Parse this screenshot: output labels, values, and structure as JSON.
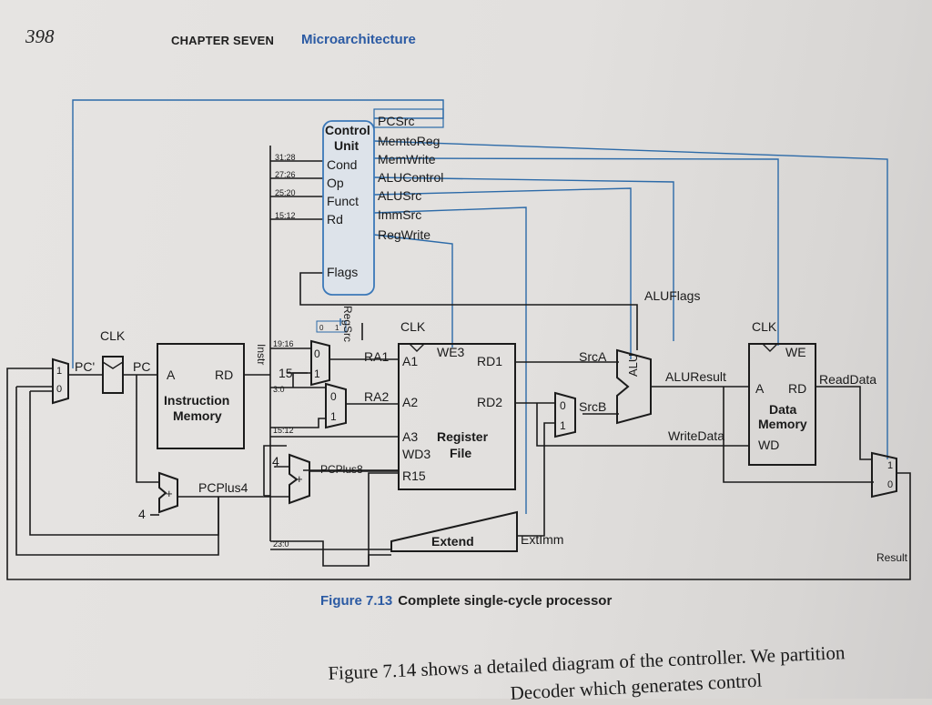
{
  "header": {
    "page_number": "398",
    "chapter": "CHAPTER SEVEN",
    "section": "Microarchitecture"
  },
  "caption": {
    "number": "Figure 7.13",
    "text": "Complete single-cycle processor"
  },
  "body_text": {
    "line1": "Figure 7.14 shows a detailed diagram of the controller. We partition",
    "line2": "Decoder which generates control"
  },
  "diagram": {
    "control_unit": {
      "title1": "Control",
      "title2": "Unit",
      "inputs": [
        "Cond",
        "Op",
        "Funct",
        "Rd"
      ],
      "flags": "Flags",
      "outputs": [
        "PCSrc",
        "MemtoReg",
        "MemWrite",
        "ALUControl",
        "ALUSrc",
        "ImmSrc",
        "RegWrite"
      ]
    },
    "bit_fields": [
      "31:28",
      "27:26",
      "25:20",
      "15:12",
      "19:16",
      "3:0",
      "15:12",
      "23:0"
    ],
    "instr_mem": {
      "a": "A",
      "rd": "RD",
      "name1": "Instruction",
      "name2": "Memory"
    },
    "reg_file": {
      "ports": [
        "A1",
        "A2",
        "A3",
        "WD3",
        "R15",
        "WE3",
        "RD1",
        "RD2"
      ],
      "name1": "Register",
      "name2": "File"
    },
    "data_mem": {
      "ports": [
        "A",
        "RD",
        "WD",
        "WE"
      ],
      "name1": "Data",
      "name2": "Memory"
    },
    "signals": {
      "clk": "CLK",
      "pc_prime": "PC'",
      "pc": "PC",
      "instr": "Instr",
      "regsrc": "RegSrc",
      "ra1": "RA1",
      "ra2": "RA2",
      "fifteen": "15",
      "four": "4",
      "pcplus4": "PCPlus4",
      "pcplus8": "PCPlus8",
      "srca": "SrcA",
      "srcb": "SrcB",
      "alu": "ALU",
      "aluresult": "ALUResult",
      "aluflags": "ALUFlags",
      "writedata": "WriteData",
      "readdata": "ReadData",
      "result": "Result",
      "extend": "Extend",
      "extimm": "ExtImm",
      "plus": "+",
      "zero": "0",
      "one": "1"
    }
  },
  "colors": {
    "wire": "#1b1b1b",
    "control_wire": "#2c6aa8",
    "control_box": "#3b78b8",
    "accent": "#2b5aa3"
  }
}
